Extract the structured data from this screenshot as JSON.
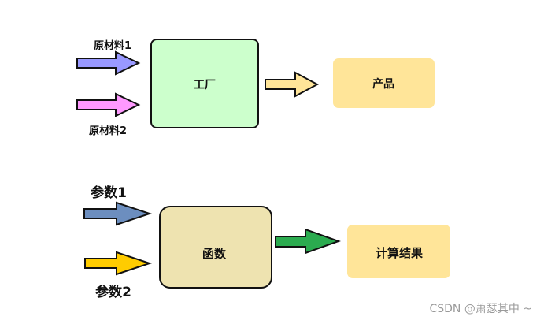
{
  "top": {
    "input1": {
      "label": "原材料1",
      "color": "#9999ff"
    },
    "input2": {
      "label": "原材料2",
      "color": "#ff99ff"
    },
    "factory": {
      "label": "工厂",
      "fill": "#ccffcc"
    },
    "output_arrow_color": "#ffe599",
    "product": {
      "label": "产品",
      "fill": "#ffe599"
    }
  },
  "bottom": {
    "param1": {
      "label": "参数1",
      "color": "#6c8ebf"
    },
    "param2": {
      "label": "参数2",
      "color": "#ffcc00"
    },
    "function": {
      "label": "函数",
      "fill": "#eee3b0"
    },
    "output_arrow_color": "#2bab4f",
    "result": {
      "label": "计算结果",
      "fill": "#ffe599"
    }
  },
  "watermark": "CSDN @萧瑟其中 ~"
}
